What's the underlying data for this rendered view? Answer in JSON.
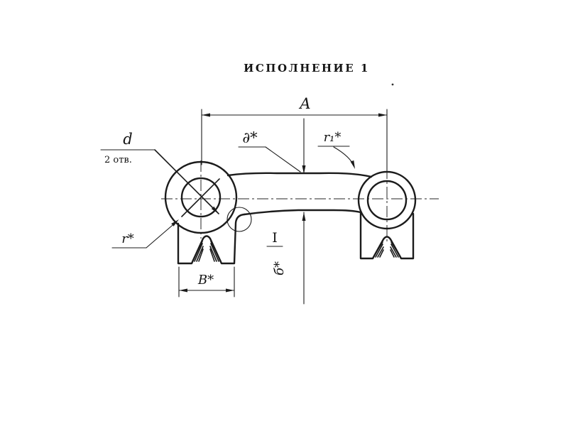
{
  "title": "ИСПОЛНЕНИЕ 1",
  "labels": {
    "dim_a": "A",
    "hole_d": "d",
    "hole_count": "2 отв.",
    "thickness": "∂*",
    "radius_r1": "r₁*",
    "radius_r": "r*",
    "width_b": "В*",
    "height_b": "б*",
    "detail": "I"
  },
  "colors": {
    "ink": "#1b1b1b",
    "paper": "#ffffff"
  }
}
